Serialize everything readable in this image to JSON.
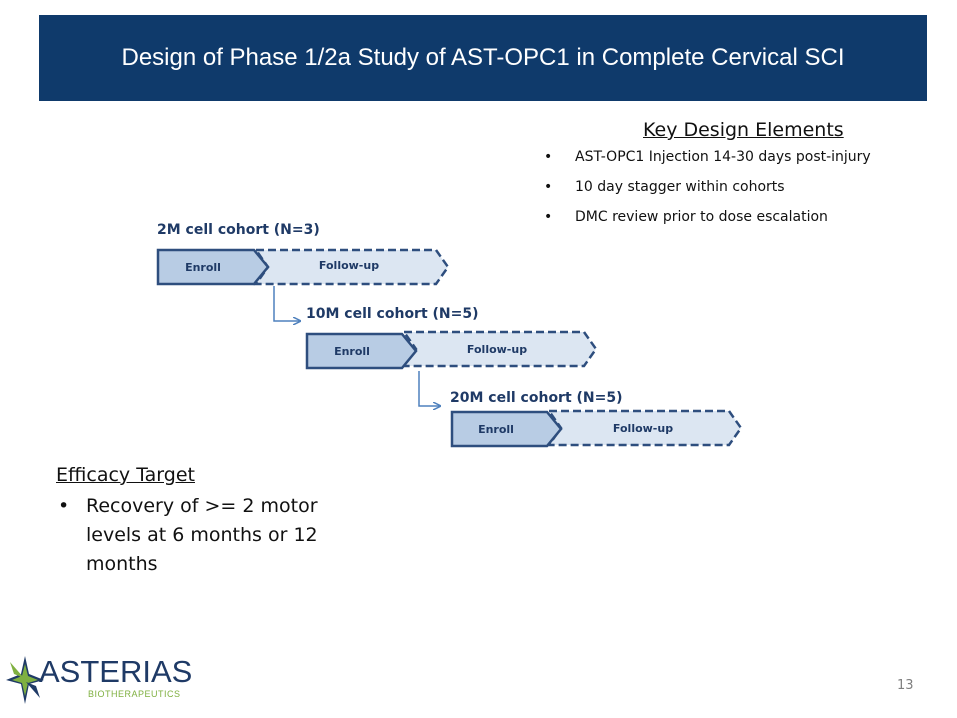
{
  "title": "Design of Phase 1/2a Study of AST-OPC1 in Complete Cervical SCI",
  "key_design": {
    "heading": "Key Design Elements",
    "items": [
      "AST-OPC1 Injection 14-30 days post-injury",
      "10 day stagger within cohorts",
      "DMC review prior to dose escalation"
    ]
  },
  "cohorts": [
    {
      "label": "2M cell cohort (N=3)",
      "enroll": "Enroll",
      "followup": "Follow-up"
    },
    {
      "label": "10M cell cohort (N=5)",
      "enroll": "Enroll",
      "followup": "Follow-up"
    },
    {
      "label": "20M cell cohort (N=5)",
      "enroll": "Enroll",
      "followup": "Follow-up"
    }
  ],
  "efficacy": {
    "heading": "Efficacy Target",
    "items": [
      "Recovery of >= 2 motor levels at 6 months or 12 months"
    ]
  },
  "logo": {
    "name": "ASTERIAS",
    "subtitle": "BIOTHERAPEUTICS"
  },
  "page_number": "13",
  "colors": {
    "title_bg": "#0f3a6b",
    "enroll_fill": "#b8cce4",
    "followup_fill": "#dce6f2",
    "shape_stroke": "#2e4e7e",
    "arrow": "#4f81bd",
    "logo_green": "#7fb040"
  }
}
